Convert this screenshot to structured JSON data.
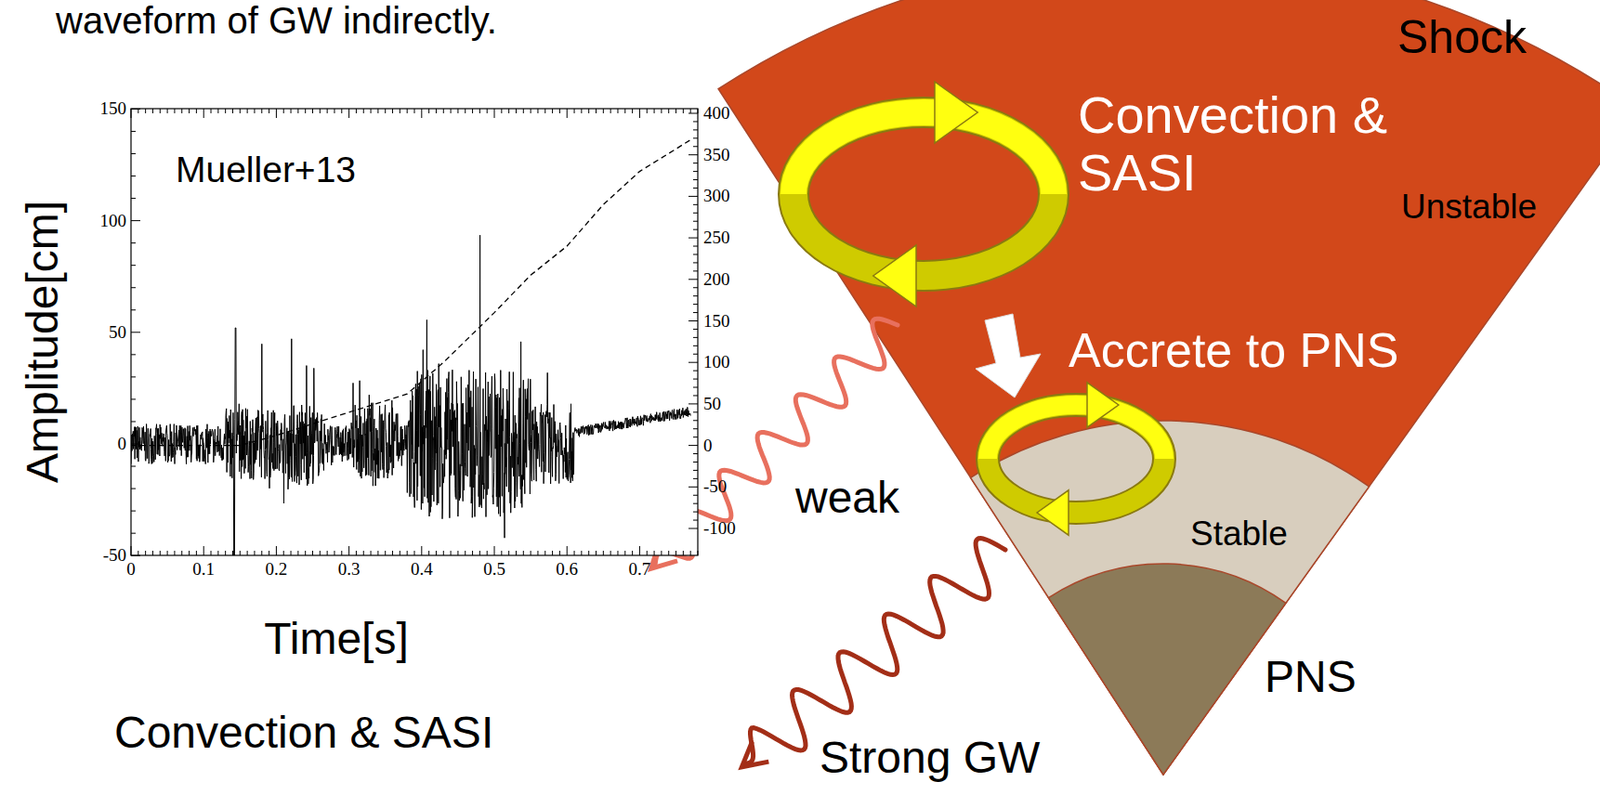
{
  "diagram": {
    "labels": [
      "waveform of GW indirectly.",
      "Shock",
      "Mueller+13",
      "Convection & SASI",
      "Unstable",
      "150",
      "100",
      "50",
      "0",
      "-50",
      "400",
      "350",
      "300",
      "250",
      "200",
      "150",
      "100",
      "50",
      "0",
      "-50",
      "-100",
      "Accrete to PNS",
      "Amplitude[cm]",
      "weak",
      "Stable",
      "0",
      "0.1",
      "0.2",
      "0.3",
      "0.4",
      "0.5",
      "0.6",
      "0.7",
      "Time[s]",
      "PNS",
      "Convection & SASI",
      "Strong GW"
    ]
  }
}
